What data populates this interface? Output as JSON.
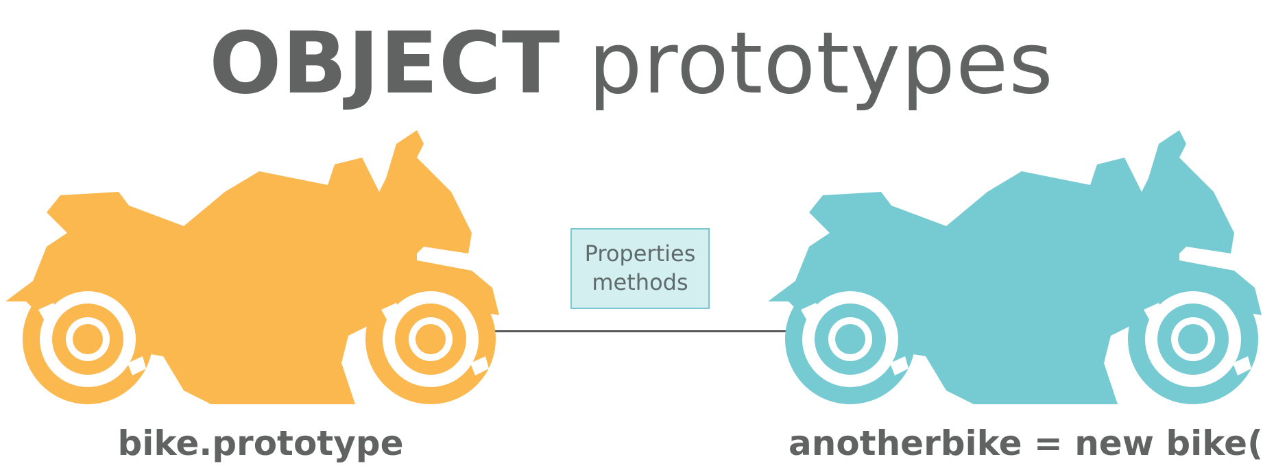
{
  "title": {
    "bold": "OBJECT",
    "light": "prototypes"
  },
  "properties_box": {
    "line1": "Properties",
    "line2": "methods"
  },
  "captions": {
    "left": "bike.prototype",
    "right": "anotherbike = new bike()"
  },
  "colors": {
    "left_bike": "#fbb84e",
    "right_bike": "#76cbd3",
    "text": "#616362",
    "box_fill": "#d3eff0",
    "box_border": "#7cc7cf",
    "connector": "#595959"
  },
  "icons": {
    "left": "motorcycle-icon",
    "right": "motorcycle-icon"
  }
}
